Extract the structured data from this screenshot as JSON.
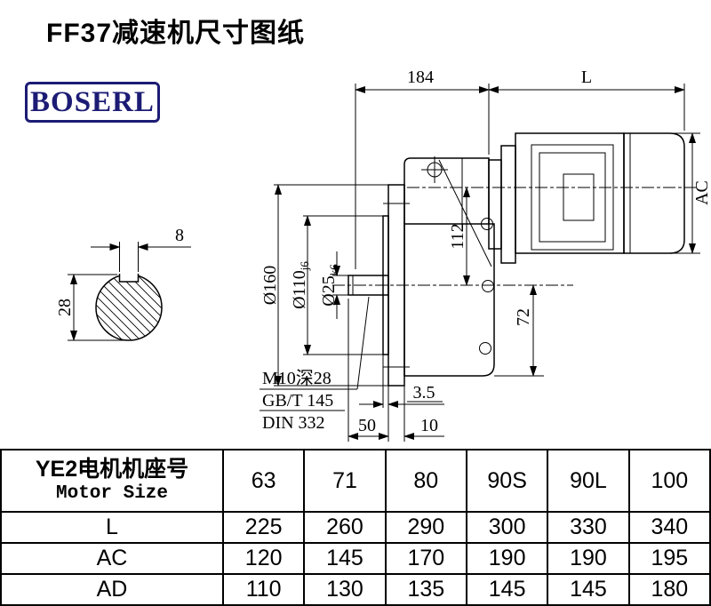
{
  "page": {
    "title": "FF37减速机尺寸图纸",
    "logo_text": "BOSERL",
    "logo_color": "#1c1c75"
  },
  "drawing": {
    "dim_184": "184",
    "dim_L": "L",
    "dim_AC": "AC",
    "dim_key_width": "8",
    "dim_shaft_height": "28",
    "dim_flange_od": "Ø160",
    "dim_spigot": {
      "main": "Ø110",
      "sub": "j6"
    },
    "dim_shaft": {
      "main": "Ø25",
      "sub": "k6"
    },
    "dim_112": "112",
    "dim_72": "72",
    "note_tap": "M10深28",
    "note_std_gb": "GB/T 145",
    "note_std_din": "DIN 332",
    "dim_3_5": "3.5",
    "dim_50": "50",
    "dim_10": "10"
  },
  "table": {
    "motor_label_cn": "YE2电机机座号",
    "motor_label_en": "Motor Size",
    "sizes": [
      "63",
      "71",
      "80",
      "90S",
      "90L",
      "100"
    ],
    "rows": [
      {
        "label": "L",
        "values": [
          "225",
          "260",
          "290",
          "300",
          "330",
          "340"
        ]
      },
      {
        "label": "AC",
        "values": [
          "120",
          "145",
          "170",
          "190",
          "190",
          "195"
        ]
      },
      {
        "label": "AD",
        "values": [
          "110",
          "130",
          "135",
          "145",
          "145",
          "180"
        ]
      }
    ]
  }
}
